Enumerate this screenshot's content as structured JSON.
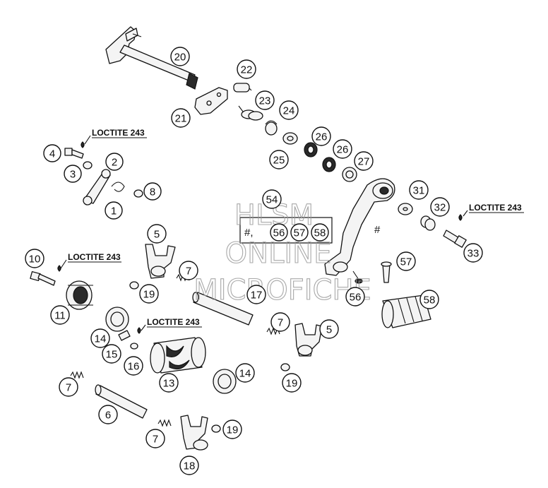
{
  "diagram": {
    "callouts": [
      {
        "id": "c20",
        "label": "20"
      },
      {
        "id": "c22",
        "label": "22"
      },
      {
        "id": "c21",
        "label": "21"
      },
      {
        "id": "c23",
        "label": "23"
      },
      {
        "id": "c24",
        "label": "24"
      },
      {
        "id": "c26a",
        "label": "26"
      },
      {
        "id": "c26b",
        "label": "26"
      },
      {
        "id": "c25",
        "label": "25"
      },
      {
        "id": "c27",
        "label": "27"
      },
      {
        "id": "c4",
        "label": "4"
      },
      {
        "id": "c2",
        "label": "2"
      },
      {
        "id": "c3",
        "label": "3"
      },
      {
        "id": "c8",
        "label": "8"
      },
      {
        "id": "c1",
        "label": "1"
      },
      {
        "id": "c31",
        "label": "31"
      },
      {
        "id": "c32",
        "label": "32"
      },
      {
        "id": "c33",
        "label": "33"
      },
      {
        "id": "c54",
        "label": "54"
      },
      {
        "id": "c56a",
        "label": "56"
      },
      {
        "id": "c57a",
        "label": "57"
      },
      {
        "id": "c58a",
        "label": "58"
      },
      {
        "id": "c5a",
        "label": "5"
      },
      {
        "id": "c10",
        "label": "10"
      },
      {
        "id": "c7a",
        "label": "7"
      },
      {
        "id": "c19a",
        "label": "19"
      },
      {
        "id": "c17",
        "label": "17"
      },
      {
        "id": "c11",
        "label": "11"
      },
      {
        "id": "c57b",
        "label": "57"
      },
      {
        "id": "c56b",
        "label": "56"
      },
      {
        "id": "c58b",
        "label": "58"
      },
      {
        "id": "c7b",
        "label": "7"
      },
      {
        "id": "c5b",
        "label": "5"
      },
      {
        "id": "c14a",
        "label": "14"
      },
      {
        "id": "c15",
        "label": "15"
      },
      {
        "id": "c16",
        "label": "16"
      },
      {
        "id": "c13",
        "label": "13"
      },
      {
        "id": "c14b",
        "label": "14"
      },
      {
        "id": "c19b",
        "label": "19"
      },
      {
        "id": "c7c",
        "label": "7"
      },
      {
        "id": "c6",
        "label": "6"
      },
      {
        "id": "c7d",
        "label": "7"
      },
      {
        "id": "c19c",
        "label": "19"
      },
      {
        "id": "c18",
        "label": "18"
      }
    ],
    "loctite_labels": [
      {
        "id": "l1",
        "text": "LOCTITE 243"
      },
      {
        "id": "l2",
        "text": "LOCTITE 243"
      },
      {
        "id": "l3",
        "text": "LOCTITE 243"
      },
      {
        "id": "l4",
        "text": "LOCTITE 243"
      }
    ],
    "hash_marks": {
      "arm": "#",
      "box": "#,"
    },
    "watermark": {
      "line1": "HLSM",
      "line2": "ONLINE",
      "line3": "MICROFICHE"
    }
  }
}
